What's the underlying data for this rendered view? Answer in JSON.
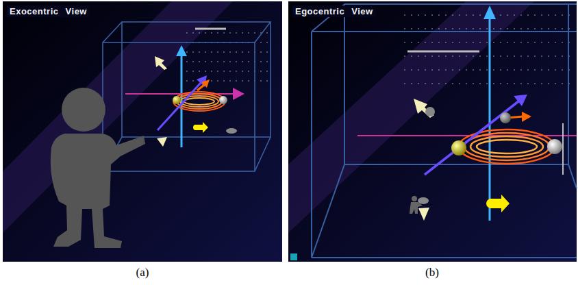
{
  "diagram": {
    "nodes": [
      {
        "text": [
          "Exocentric View"
        ]
      },
      {
        "text": [
          "Egocentric View"
        ]
      }
    ],
    "labels": [
      "(a)",
      "(b)"
    ]
  }
}
